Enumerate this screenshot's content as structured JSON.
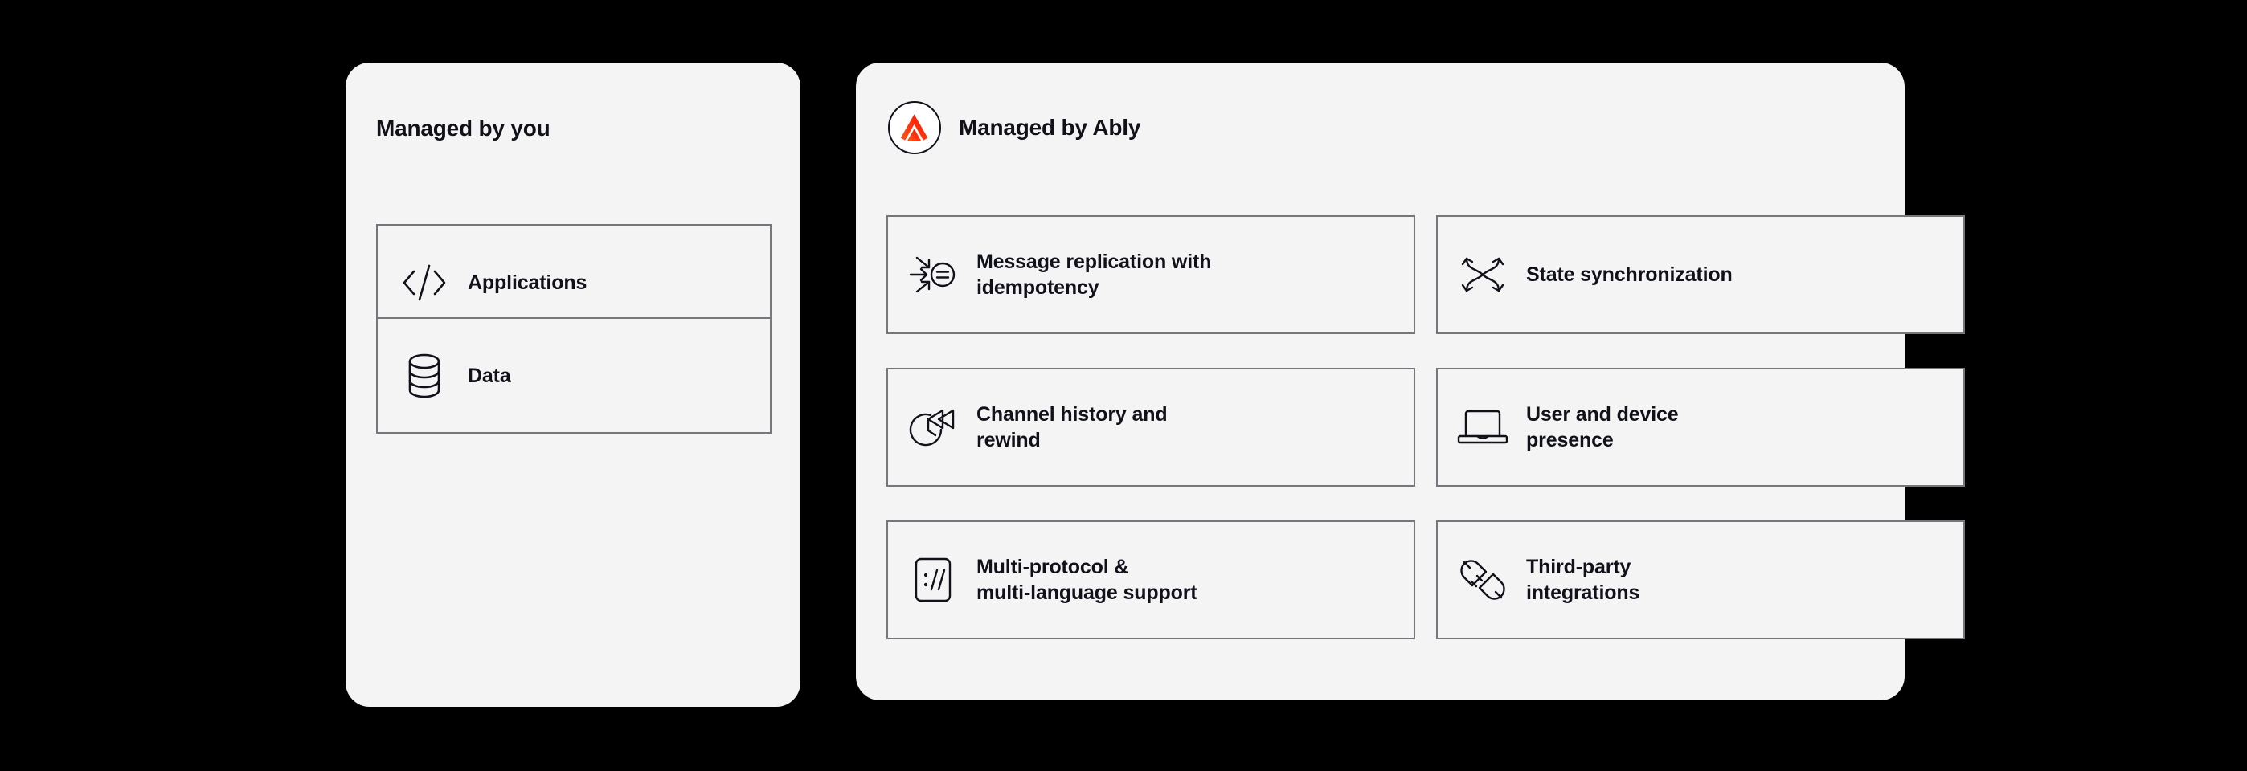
{
  "background_color": "#000000",
  "panel_color": "#F4F4F5",
  "card_border_color": "#76767D",
  "text_color": "#11111A",
  "brand_accent_color": "#FF3300",
  "left_panel": {
    "heading": "Managed by you",
    "cards": [
      {
        "label": "Applications",
        "icon": "code-brackets-icon"
      },
      {
        "label": "Data",
        "icon": "database-icon"
      }
    ]
  },
  "right_panel": {
    "heading": "Managed by Ably",
    "logo": "ably-logo-icon",
    "cards": [
      {
        "label": "Message replication with idempotency",
        "line1": "Message replication with",
        "line2": "idempotency",
        "icon": "converging-arrows-equals-icon"
      },
      {
        "label": "State synchronization",
        "line1": "State synchronization",
        "line2": "",
        "icon": "crossing-arrows-icon"
      },
      {
        "label": "Channel history and rewind",
        "line1": "Channel history and",
        "line2": "rewind",
        "icon": "clock-rewind-icon"
      },
      {
        "label": "User and device presence",
        "line1": "User and device",
        "line2": "presence",
        "icon": "laptop-icon"
      },
      {
        "label": "Multi-protocol & multi-language support",
        "line1": "Multi-protocol &",
        "line2": "multi-language support",
        "icon": "protocol-slashes-icon"
      },
      {
        "label": "Third-party integrations",
        "line1": "Third-party",
        "line2": "integrations",
        "icon": "plug-connector-icon"
      }
    ]
  }
}
